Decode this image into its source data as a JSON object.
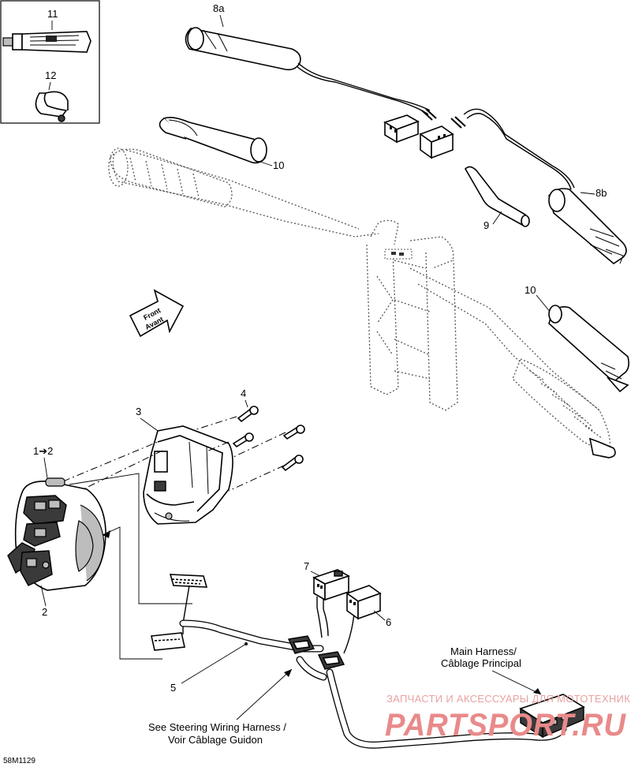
{
  "callouts": {
    "c11": "11",
    "c12": "12",
    "c8a": "8a",
    "c10_top": "10",
    "c8b": "8b",
    "c9": "9",
    "c10_right": "10",
    "c4": "4",
    "c3": "3",
    "c1_2": "1➔2",
    "c2": "2",
    "c7": "7",
    "c6": "6",
    "c5": "5"
  },
  "arrow_label": {
    "line1": "Front",
    "line2": "Avant"
  },
  "notes": {
    "main_harness_line1": "Main Harness/",
    "main_harness_line2": "Câblage Principal",
    "steering_line1": "See Steering Wiring Harness /",
    "steering_line2": "Voir Câblage Guidon"
  },
  "figure_code": "58M1129",
  "watermark": {
    "top": "ЗАПЧАСТИ И АКСЕССУАРЫ ДЛЯ МОТОТЕХНИКИ",
    "brand": "PARTSPORT.RU"
  },
  "icons": [
    "tube-icon",
    "grip-heater-icon",
    "handlebar-icon",
    "front-arrow-icon",
    "switch-housing-icon",
    "connector-icon",
    "module-icon"
  ]
}
